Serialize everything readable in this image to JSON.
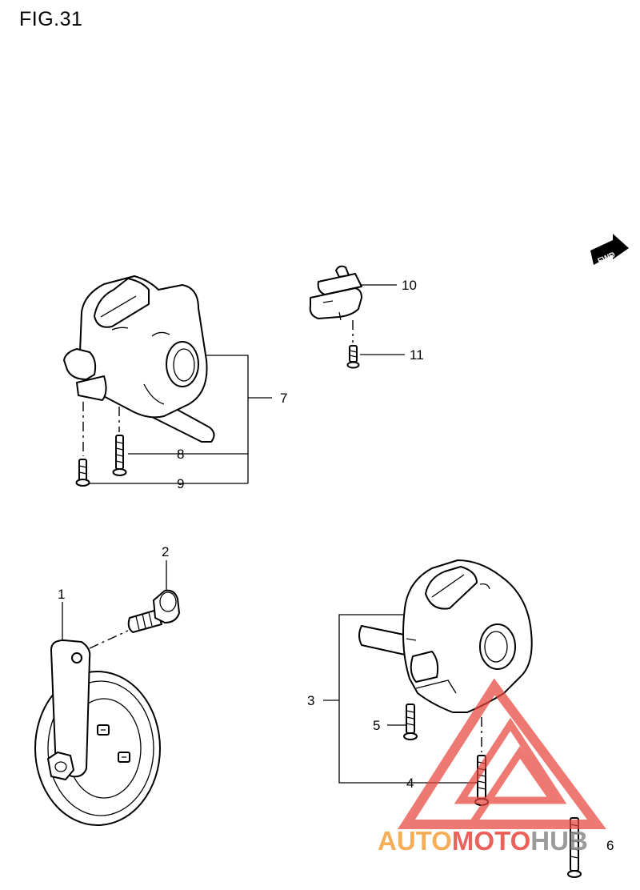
{
  "figure": {
    "title": "FIG.31"
  },
  "fwd_label": "FWD",
  "callouts": [
    {
      "id": "1",
      "label": "1"
    },
    {
      "id": "2",
      "label": "2"
    },
    {
      "id": "3",
      "label": "3"
    },
    {
      "id": "4",
      "label": "4"
    },
    {
      "id": "5",
      "label": "5"
    },
    {
      "id": "6",
      "label": "6"
    },
    {
      "id": "7",
      "label": "7"
    },
    {
      "id": "8",
      "label": "8"
    },
    {
      "id": "9",
      "label": "9"
    },
    {
      "id": "10",
      "label": "10"
    },
    {
      "id": "11",
      "label": "11"
    }
  ],
  "watermark": {
    "part1": "AUTO",
    "part2": "MOTO",
    "part3": "HUB",
    "colors": {
      "orange": "#f4a13a",
      "red": "#e8453c",
      "gray": "#8a8a8a"
    }
  }
}
